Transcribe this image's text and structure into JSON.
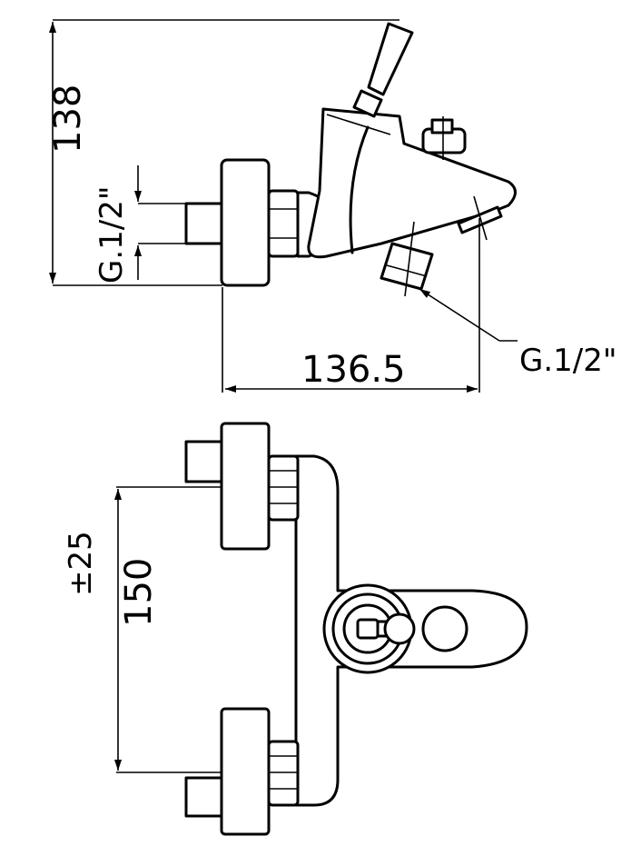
{
  "dimensions": {
    "height": "138",
    "inlet_thread": "G.1/2\"",
    "outlet_thread": "G.1/2\"",
    "depth": "136.5",
    "centers": "150",
    "tolerance": "±25"
  },
  "colors": {
    "line": "#000000",
    "background": "#ffffff"
  }
}
